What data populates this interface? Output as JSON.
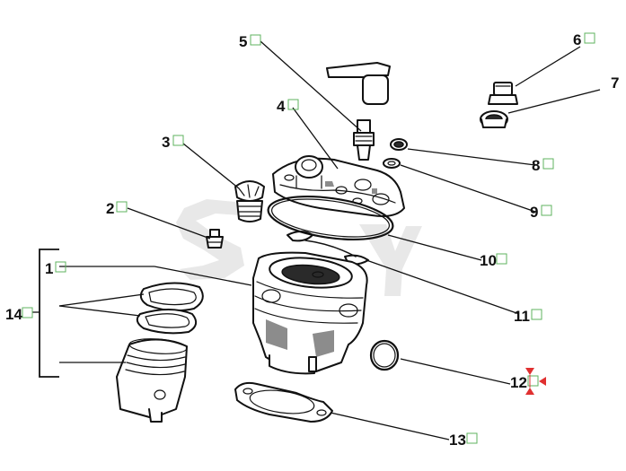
{
  "diagram": {
    "callouts": [
      {
        "id": "1",
        "label": "1"
      },
      {
        "id": "2",
        "label": "2"
      },
      {
        "id": "3",
        "label": "3"
      },
      {
        "id": "4",
        "label": "4"
      },
      {
        "id": "5",
        "label": "5"
      },
      {
        "id": "6",
        "label": "6"
      },
      {
        "id": "7",
        "label": "7"
      },
      {
        "id": "8",
        "label": "8"
      },
      {
        "id": "9",
        "label": "9"
      },
      {
        "id": "10",
        "label": "10"
      },
      {
        "id": "11",
        "label": "11"
      },
      {
        "id": "12",
        "label": "12"
      },
      {
        "id": "13",
        "label": "13"
      },
      {
        "id": "14",
        "label": "14"
      }
    ],
    "colors": {
      "line": "#111111",
      "callout_box": "#5fb35f",
      "cursor": "#e03030",
      "watermark": "#e2e2e2"
    },
    "cursor_icon": "resize-cursor-icon"
  }
}
